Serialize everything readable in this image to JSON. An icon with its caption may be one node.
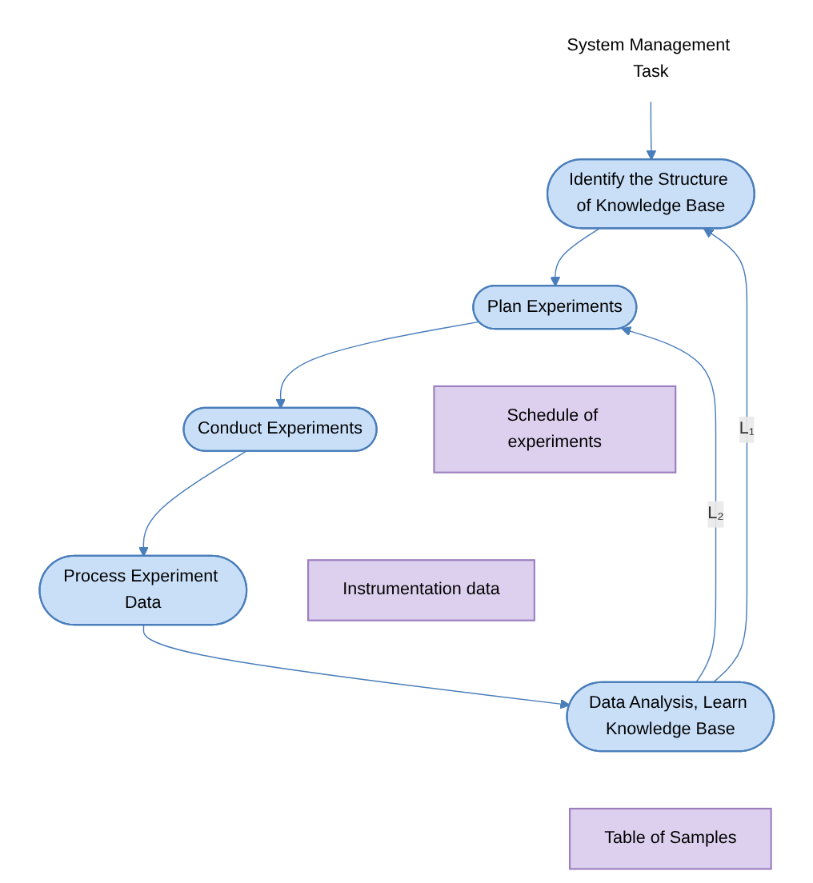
{
  "diagram": {
    "nodes": [
      {
        "text": [
          "System Management Task"
        ]
      },
      {
        "text": [
          "Identify the Structure of Knowledge Base"
        ]
      },
      {
        "text": [
          "Data Analysis, Learn Knowledge Base"
        ]
      },
      {
        "text": [
          "Plan Experiments"
        ]
      },
      {
        "text": [
          "Table of Samples"
        ]
      },
      {
        "text": [
          "Schedule of experiments"
        ]
      },
      {
        "text": [
          "Process Experiment Data"
        ]
      },
      {
        "text": [
          "Conduct Experiments"
        ]
      },
      {
        "text": [
          "Instrumentation data"
        ]
      }
    ],
    "edges": [
      {
        "from": 0,
        "to": 1,
        "arrow": "to"
      },
      {
        "from": 2,
        "to": 1,
        "arrow": "to",
        "label": "L₁"
      },
      {
        "from": 1,
        "to": 3,
        "arrow": "to"
      },
      {
        "from": 2,
        "to": 3,
        "arrow": "to",
        "label": "L₂"
      },
      {
        "from": 3,
        "to": 7,
        "arrow": "to"
      },
      {
        "from": 7,
        "to": 6,
        "arrow": "to"
      },
      {
        "from": 6,
        "to": 2,
        "arrow": "to"
      }
    ]
  }
}
